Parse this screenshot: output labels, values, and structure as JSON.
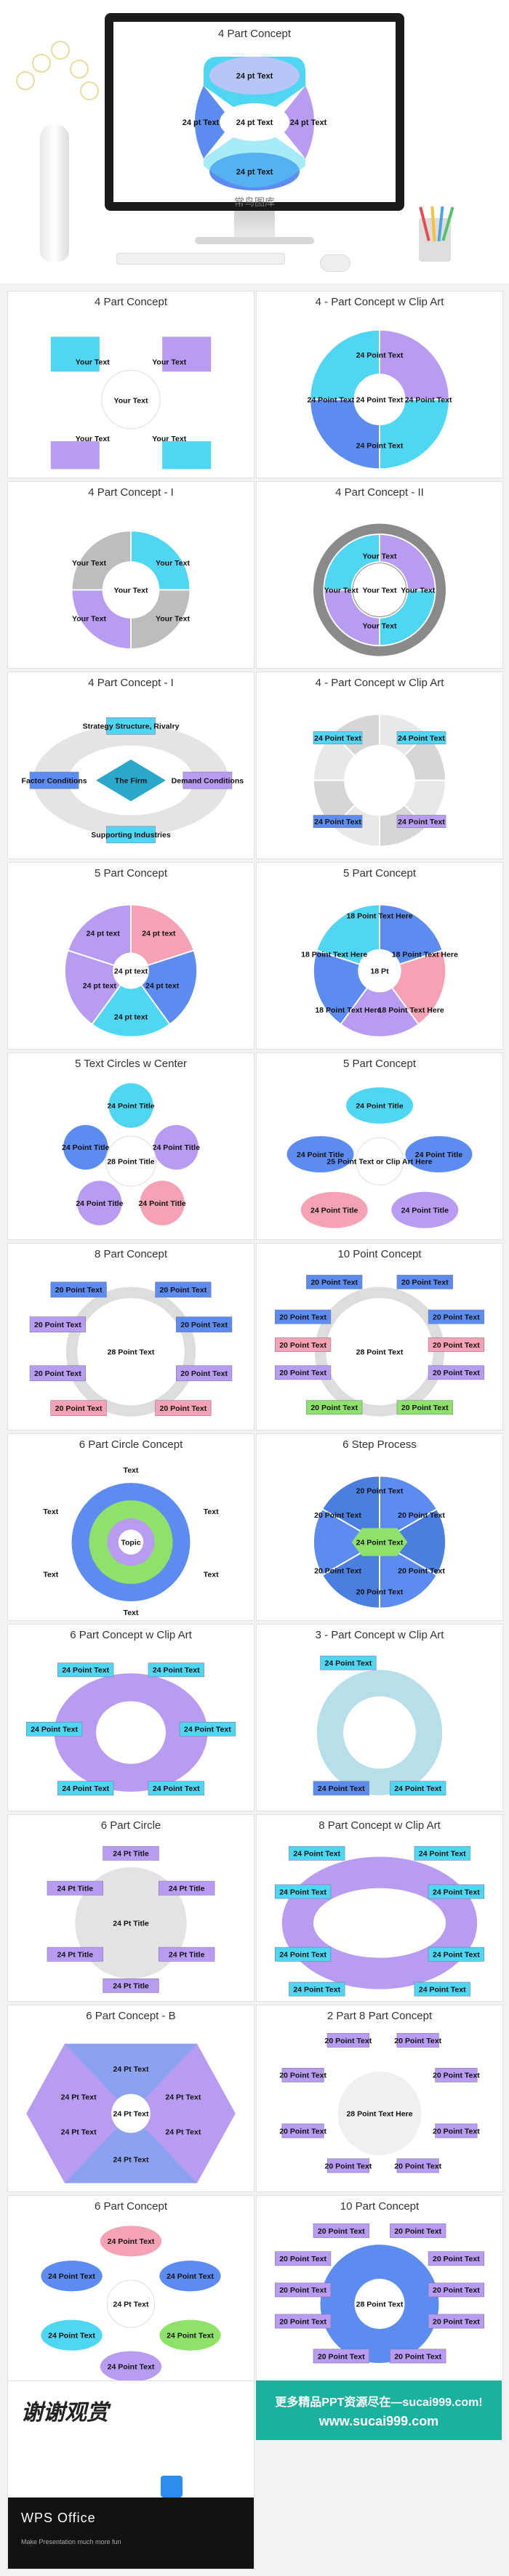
{
  "hero": {
    "screen_title": "4 Part Concept",
    "segment_label": "24 pt Text",
    "left_label": "24 pt Text",
    "right_label": "24 pt Text",
    "bottom_label": "24 pt Text",
    "center_label": "24 pt Text",
    "caption": "常鸟图库"
  },
  "cards": [
    {
      "title": "4 Part Concept",
      "labels": [
        "Your Text",
        "Your Text",
        "Your Text",
        "Your Text",
        "Your Text"
      ]
    },
    {
      "title": "4 - Part Concept w Clip Art",
      "labels": [
        "24 Point Text",
        "24 Point Text",
        "24 Point Text",
        "24 Point Text",
        "24 Point Text"
      ]
    },
    {
      "title": "4 Part Concept - I",
      "labels": [
        "Your Text",
        "Your Text",
        "Your Text",
        "Your Text",
        "Your Text"
      ]
    },
    {
      "title": "4 Part Concept - II",
      "labels": [
        "Your Text",
        "Your Text",
        "Your Text",
        "Your Text",
        "Your Text"
      ]
    },
    {
      "title": "4 Part Concept - I",
      "labels": [
        "Strategy Structure, Rivalry",
        "The Firm",
        "Factor Conditions",
        "Demand Conditions",
        "Supporting Industries"
      ]
    },
    {
      "title": "4 - Part Concept w Clip Art",
      "labels": [
        "24 Point Text",
        "24 Point Text",
        "24 Point Text",
        "24 Point Text"
      ]
    },
    {
      "title": "5 Part Concept",
      "labels": [
        "24 pt text",
        "24 pt text",
        "24 pt text",
        "24 pt text",
        "24 pt text",
        "24 pt text"
      ]
    },
    {
      "title": "5 Part Concept",
      "labels": [
        "18 Point Text Here",
        "18 Point Text Here",
        "18 Point Text Here",
        "18 Point Text Here",
        "18 Point Text Here",
        "18 Pt"
      ]
    },
    {
      "title": "5 Text Circles w Center",
      "labels": [
        "24 Point Title",
        "24 Point Title",
        "24 Point Title",
        "24 Point Title",
        "24 Point Title",
        "28 Point Title"
      ]
    },
    {
      "title": "5 Part Concept",
      "labels": [
        "24 Point Title",
        "24 Point Title",
        "24 Point Title",
        "24 Point Title",
        "24 Point Title",
        "25 Point Text or Clip Art Here"
      ]
    },
    {
      "title": "8 Part Concept",
      "labels": [
        "20 Point Text",
        "20 Point Text",
        "20 Point Text",
        "20 Point Text",
        "20 Point Text",
        "20 Point Text",
        "20 Point Text",
        "20 Point Text",
        "28 Point Text"
      ]
    },
    {
      "title": "10 Point Concept",
      "labels": [
        "20 Point Text",
        "20 Point Text",
        "20 Point Text",
        "20 Point Text",
        "20 Point Text",
        "20 Point Text",
        "20 Point Text",
        "20 Point Text",
        "20 Point Text",
        "20 Point Text",
        "28 Point Text"
      ]
    },
    {
      "title": "6 Part Circle Concept",
      "labels": [
        "Text",
        "Text",
        "Text",
        "Text",
        "Text",
        "Text",
        "Topic"
      ]
    },
    {
      "title": "6 Step Process",
      "labels": [
        "20 Point Text",
        "20 Point Text",
        "20 Point Text",
        "20 Point Text",
        "20 Point Text",
        "20 Point Text",
        "24 Point Text"
      ]
    },
    {
      "title": "6 Part Concept w Clip Art",
      "labels": [
        "24 Point Text",
        "24 Point Text",
        "24 Point Text",
        "24 Point Text",
        "24 Point Text",
        "24 Point Text"
      ]
    },
    {
      "title": "3 - Part Concept w Clip Art",
      "labels": [
        "24 Point Text",
        "24 Point Text",
        "24 Point Text"
      ]
    },
    {
      "title": "6 Part Circle",
      "labels": [
        "24 Pt Title",
        "24 Pt Title",
        "24 Pt Title",
        "24 Pt Title",
        "24 Pt Title",
        "24 Pt Title",
        "24 Pt Title"
      ]
    },
    {
      "title": "8 Part Concept w Clip Art",
      "labels": [
        "24 Point Text",
        "24 Point Text",
        "24 Point Text",
        "24 Point Text",
        "24 Point Text",
        "24 Point Text",
        "24 Point Text",
        "24 Point Text"
      ]
    },
    {
      "title": "6 Part Concept - B",
      "labels": [
        "24 Pt Text",
        "24 Pt Text",
        "24 Pt Text",
        "24 Pt Text",
        "24 Pt Text",
        "24 Pt Text",
        "24 Pt Text"
      ]
    },
    {
      "title": "2 Part 8 Part Concept",
      "labels": [
        "20 Point Text",
        "20 Point Text",
        "20 Point Text",
        "20 Point Text",
        "20 Point Text",
        "20 Point Text",
        "20 Point Text",
        "20 Point Text",
        "28 Point Text Here"
      ]
    },
    {
      "title": "6 Part Concept",
      "labels": [
        "24 Point Text",
        "24 Point Text",
        "24 Point Text",
        "24 Point Text",
        "24 Point Text",
        "24 Point Text",
        "24 Pt Text"
      ]
    },
    {
      "title": "10 Part Concept",
      "labels": [
        "20 Point Text",
        "20 Point Text",
        "20 Point Text",
        "20 Point Text",
        "20 Point Text",
        "20 Point Text",
        "20 Point Text",
        "20 Point Text",
        "20 Point Text",
        "20 Point Text",
        "28 Point Text"
      ]
    }
  ],
  "footer": {
    "thanks": "谢谢观赏",
    "office_title": "WPS Office",
    "office_sub": "Make Presentation much more fun",
    "promo_line1": "更多精品PPT资源尽在—sucai999.com!",
    "promo_line2": "www.sucai999.com"
  },
  "colors": {
    "cyan": "#4fd6f2",
    "purple": "#b79cf2",
    "blue": "#5d8cf0",
    "pink": "#f5a3b4",
    "green": "#8ee26a",
    "gray": "#bdbdbd",
    "teal": "#1ab29f"
  }
}
